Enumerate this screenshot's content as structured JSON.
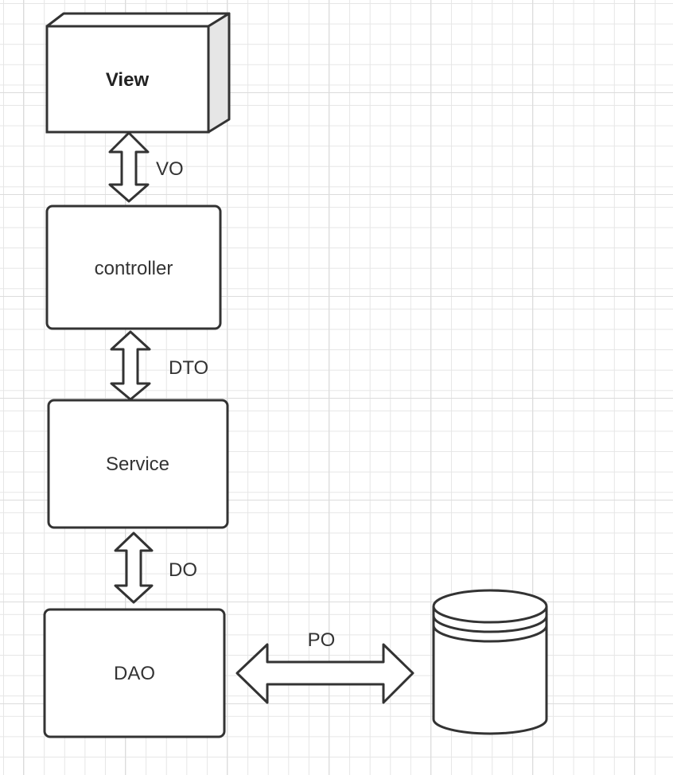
{
  "colors": {
    "stroke": "#333333",
    "fill": "#ffffff",
    "box_side": "#e6e6e6",
    "grid": "#e6e6e6"
  },
  "nodes": {
    "view": "View",
    "controller": "controller",
    "service": "Service",
    "dao": "DAO"
  },
  "edges": {
    "view_controller": "VO",
    "controller_service": "DTO",
    "service_dao": "DO",
    "dao_database": "PO"
  },
  "icons": {
    "database": "database-cylinder-icon"
  }
}
